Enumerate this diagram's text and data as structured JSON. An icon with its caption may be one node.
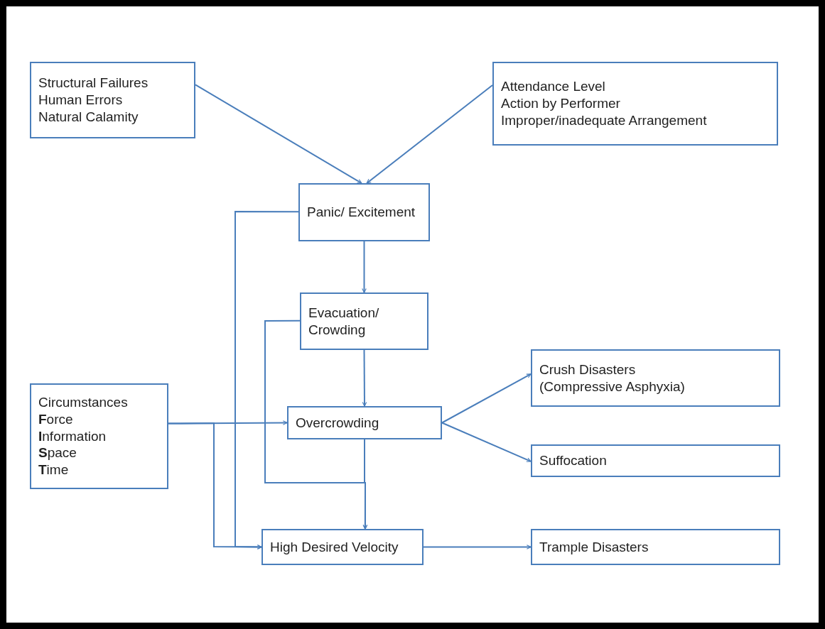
{
  "diagram": {
    "nodes": [
      {
        "text": [
          "Structural Failures",
          "Human Errors",
          "Natural Calamity"
        ]
      },
      {
        "text": [
          "Attendance Level",
          "Action by Performer",
          "Improper/inadequate Arrangement"
        ]
      },
      {
        "text": [
          "Panic/ Excitement"
        ]
      },
      {
        "text": [
          "Evacuation/ Crowding"
        ]
      },
      {
        "text": [
          "Circumstances",
          "**F**orce",
          "**I**nformation",
          "**S**pace",
          "**T**ime"
        ]
      },
      {
        "text": [
          "Overcrowding"
        ]
      },
      {
        "text": [
          "Crush Disasters",
          "(Compressive Asphyxia)"
        ]
      },
      {
        "text": [
          "Suffocation"
        ]
      },
      {
        "text": [
          "High Desired Velocity"
        ]
      },
      {
        "text": [
          "Trample Disasters"
        ]
      }
    ],
    "edges": [
      {
        "from": 0,
        "to": 2,
        "arrow": "to"
      },
      {
        "from": 1,
        "to": 2,
        "arrow": "to"
      },
      {
        "from": 2,
        "to": 3,
        "arrow": "to"
      },
      {
        "from": 3,
        "to": 5,
        "arrow": "to"
      },
      {
        "from": 4,
        "to": 5,
        "arrow": "to"
      },
      {
        "from": 4,
        "to": 8,
        "arrow": "to"
      },
      {
        "from": 2,
        "to": 8,
        "arrow": "to"
      },
      {
        "from": 3,
        "to": 8,
        "arrow": "to"
      },
      {
        "from": 5,
        "to": 8,
        "arrow": "to"
      },
      {
        "from": 5,
        "to": 6,
        "arrow": "to"
      },
      {
        "from": 5,
        "to": 7,
        "arrow": "to"
      },
      {
        "from": 8,
        "to": 9,
        "arrow": "to"
      }
    ]
  }
}
